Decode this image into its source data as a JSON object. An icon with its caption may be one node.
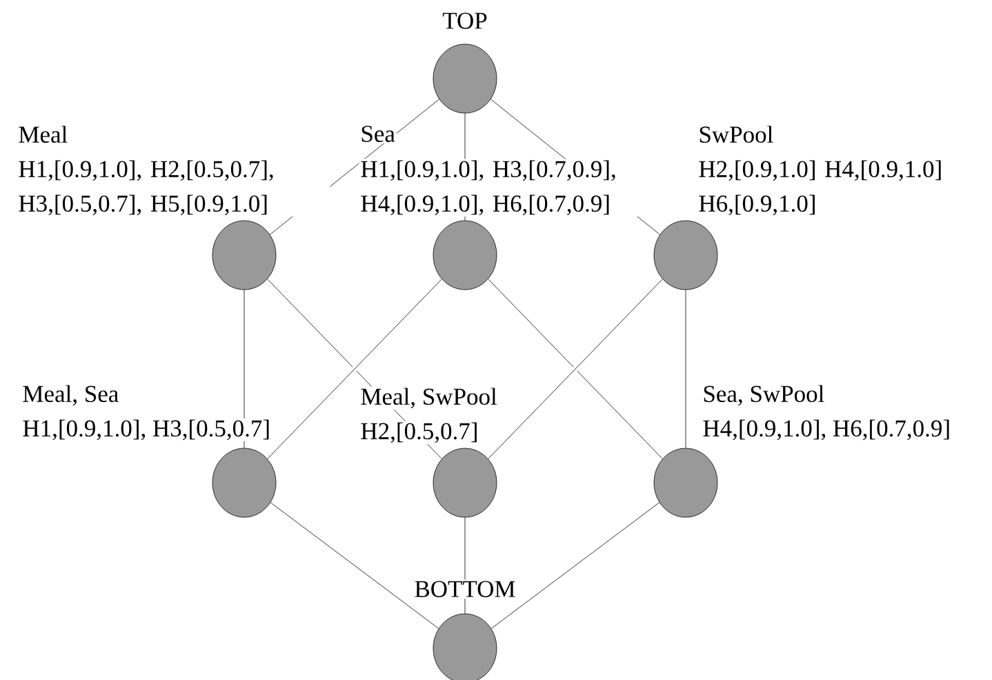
{
  "diagram": {
    "nodes": [
      {
        "text": [],
        "shape": "circle",
        "beside": [
          "TOP"
        ]
      },
      {
        "text": [],
        "shape": "circle",
        "beside": [
          "Meal",
          "H1,[0.9,1.0], H2,[0.5,0.7], H3,[0.5,0.7], H5,[0.9,1.0]"
        ]
      },
      {
        "text": [],
        "shape": "circle",
        "beside": [
          "Sea",
          "H1,[0.9,1.0], H3,[0.7,0.9], H4,[0.9,1.0], H6,[0.7,0.9]"
        ]
      },
      {
        "text": [],
        "shape": "circle",
        "beside": [
          "SwPool",
          "H2,[0.9,1.0] H4,[0.9,1.0] H6,[0.9,1.0]"
        ]
      },
      {
        "text": [],
        "shape": "circle",
        "beside": [
          "Meal, Sea",
          "H1,[0.9,1.0], H3,[0.5,0.7]"
        ]
      },
      {
        "text": [],
        "shape": "circle",
        "beside": [
          "Meal, SwPool",
          "H2,[0.5,0.7]"
        ]
      },
      {
        "text": [],
        "shape": "circle",
        "beside": [
          "Sea, SwPool",
          "H4,[0.9,1.0], H6,[0.7,0.9]"
        ]
      },
      {
        "text": [],
        "shape": "circle",
        "beside": [
          "BOTTOM"
        ]
      }
    ],
    "edges": [
      {
        "from": 0,
        "to": 1,
        "arrow": "none"
      },
      {
        "from": 0,
        "to": 2,
        "arrow": "none"
      },
      {
        "from": 0,
        "to": 3,
        "arrow": "none"
      },
      {
        "from": 1,
        "to": 4,
        "arrow": "none"
      },
      {
        "from": 1,
        "to": 5,
        "arrow": "none"
      },
      {
        "from": 2,
        "to": 4,
        "arrow": "none"
      },
      {
        "from": 2,
        "to": 6,
        "arrow": "none"
      },
      {
        "from": 3,
        "to": 5,
        "arrow": "none"
      },
      {
        "from": 3,
        "to": 6,
        "arrow": "none"
      },
      {
        "from": 4,
        "to": 7,
        "arrow": "none"
      },
      {
        "from": 5,
        "to": 7,
        "arrow": "none"
      },
      {
        "from": 6,
        "to": 7,
        "arrow": "none"
      }
    ]
  }
}
